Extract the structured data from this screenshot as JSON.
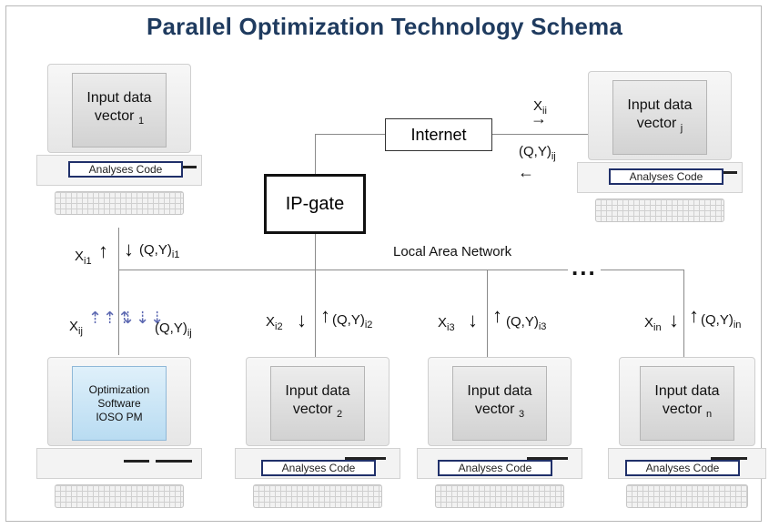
{
  "title": "Parallel Optimization Technology Schema",
  "internet": "Internet",
  "ip_gate": "IP-gate",
  "lan": "Local Area Network",
  "lan_ellipsis": "...",
  "computers": {
    "c1": {
      "screen_line1": "Input data",
      "screen_line2": "vector",
      "sub": "1",
      "code": "Analyses Code"
    },
    "cj": {
      "screen_line1": "Input data",
      "screen_line2": "vector",
      "sub": "j",
      "code": "Analyses Code"
    },
    "c2": {
      "screen_line1": "Input data",
      "screen_line2": "vector",
      "sub": "2",
      "code": "Analyses Code"
    },
    "c3": {
      "screen_line1": "Input data",
      "screen_line2": "vector",
      "sub": "3",
      "code": "Analyses Code"
    },
    "cn": {
      "screen_line1": "Input data",
      "screen_line2": "vector",
      "sub": "n",
      "code": "Analyses Code"
    },
    "opt": {
      "line1": "Optimization",
      "line2": "Software",
      "line3": "IOSO PM"
    }
  },
  "labels": {
    "x_ii": {
      "base": "X",
      "sub": "ii"
    },
    "qy_ij_top": {
      "base": "(Q,Y)",
      "sub": "ij"
    },
    "x_i1": {
      "base": "X",
      "sub": "i1"
    },
    "qy_i1": {
      "base": "(Q,Y)",
      "sub": "i1"
    },
    "x_ij": {
      "base": "X",
      "sub": "ij"
    },
    "qy_ij": {
      "base": "(Q,Y)",
      "sub": "ij"
    },
    "x_i2": {
      "base": "X",
      "sub": "i2"
    },
    "qy_i2": {
      "base": "(Q,Y)",
      "sub": "i2"
    },
    "x_i3": {
      "base": "X",
      "sub": "i3"
    },
    "qy_i3": {
      "base": "(Q,Y)",
      "sub": "i3"
    },
    "x_in": {
      "base": "X",
      "sub": "in"
    },
    "qy_in": {
      "base": "(Q,Y)",
      "sub": "in"
    }
  }
}
